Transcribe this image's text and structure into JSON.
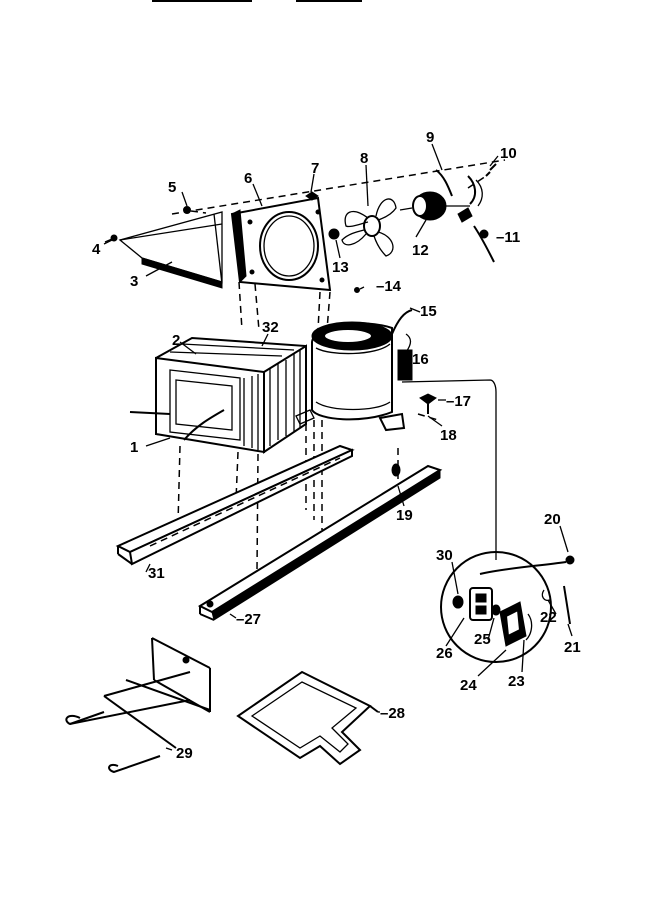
{
  "diagram": {
    "parts": [
      {
        "id": "p1",
        "label": "1"
      },
      {
        "id": "p2",
        "label": "2"
      },
      {
        "id": "p3",
        "label": "3"
      },
      {
        "id": "p4",
        "label": "4"
      },
      {
        "id": "p5",
        "label": "5"
      },
      {
        "id": "p6",
        "label": "6"
      },
      {
        "id": "p7",
        "label": "7"
      },
      {
        "id": "p8",
        "label": "8"
      },
      {
        "id": "p9",
        "label": "9"
      },
      {
        "id": "p10",
        "label": "10"
      },
      {
        "id": "p11",
        "label": "11"
      },
      {
        "id": "p12",
        "label": "12"
      },
      {
        "id": "p13",
        "label": "13"
      },
      {
        "id": "p14",
        "label": "14"
      },
      {
        "id": "p15",
        "label": "15"
      },
      {
        "id": "p16",
        "label": "16"
      },
      {
        "id": "p17",
        "label": "17"
      },
      {
        "id": "p18",
        "label": "18"
      },
      {
        "id": "p19",
        "label": "19"
      },
      {
        "id": "p20",
        "label": "20"
      },
      {
        "id": "p21",
        "label": "21"
      },
      {
        "id": "p22",
        "label": "22"
      },
      {
        "id": "p23",
        "label": "23"
      },
      {
        "id": "p24",
        "label": "24"
      },
      {
        "id": "p25",
        "label": "25"
      },
      {
        "id": "p26",
        "label": "26"
      },
      {
        "id": "p27",
        "label": "27"
      },
      {
        "id": "p28",
        "label": "28"
      },
      {
        "id": "p29",
        "label": "29"
      },
      {
        "id": "p30",
        "label": "30"
      },
      {
        "id": "p31",
        "label": "31"
      },
      {
        "id": "p32",
        "label": "32"
      }
    ]
  }
}
